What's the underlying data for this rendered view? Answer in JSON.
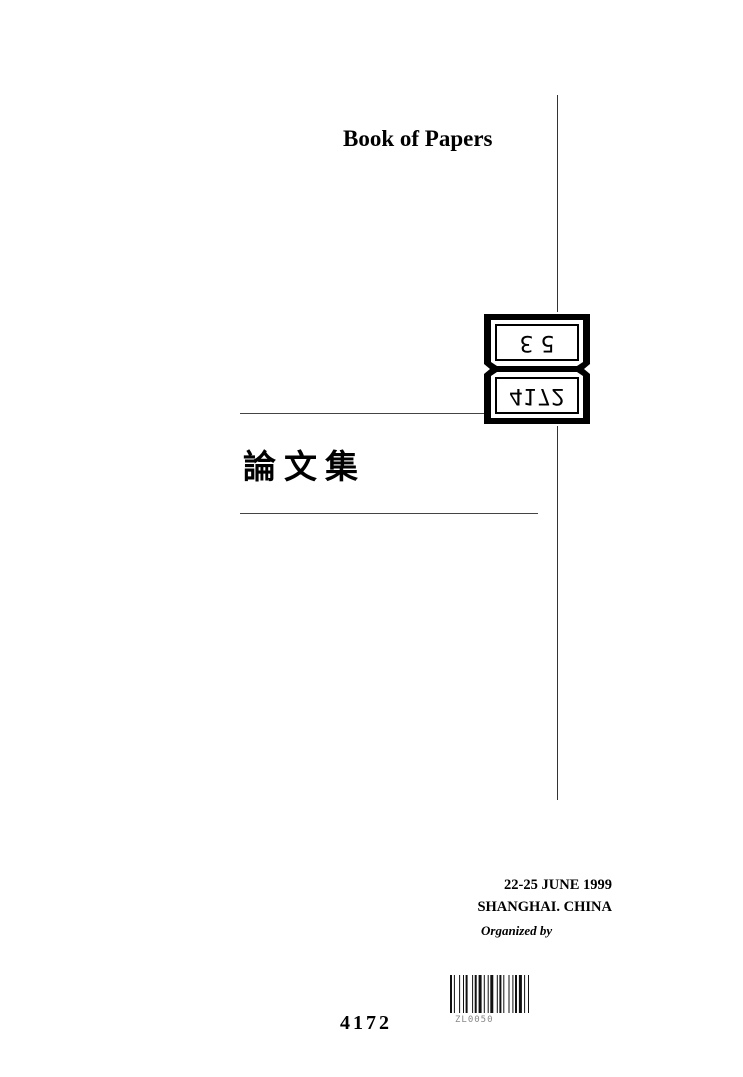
{
  "title": "Book of Papers",
  "chinese_title": "論文集",
  "stamp": {
    "top_text": "5 3",
    "bottom_text": "4172"
  },
  "date": "22-25 JUNE 1999",
  "location": "SHANGHAI. CHINA",
  "organized_by": "Organized by",
  "barcode_number": "ZL0050",
  "handwritten_number": "4172"
}
